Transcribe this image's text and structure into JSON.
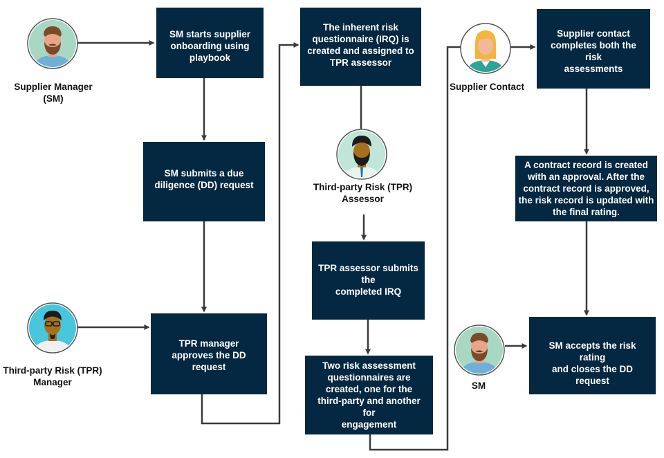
{
  "actors": {
    "supplier_manager": "Supplier Manager\n(SM)",
    "tpr_manager": "Third-party Risk (TPR)\nManager",
    "tpr_assessor": "Third-party Risk (TPR)\nAssessor",
    "supplier_contact": "Supplier Contact",
    "sm": "SM"
  },
  "steps": {
    "s1": "SM starts supplier\nonboarding using\nplaybook",
    "s2": "SM submits a due\ndiligence (DD) request",
    "s3": "TPR manager\napproves the DD request",
    "s4": "The inherent risk\nquestionnaire (IRQ) is\ncreated and assigned to\nTPR assessor",
    "s5": "TPR assessor submits the\ncompleted IRQ",
    "s6": "Two risk assessment\nquestionnaires are\ncreated, one for the\nthird-party and another for\nengagement",
    "s7": "Supplier contact\ncompletes both the risk\nassessments",
    "s8": "A contract record is created\nwith an approval. After the\ncontract record is approved,\nthe risk record is updated with\nthe final rating.",
    "s9": "SM accepts the risk rating\nand closes the DD request"
  },
  "colors": {
    "box_fill": "#042841",
    "connector": "#3a3a3a",
    "avatar_bg_green": "#a8d8c4",
    "avatar_bg_teal": "#47c6dd",
    "avatar_bg_mint": "#bfe6d8",
    "skin_light": "#e8a489",
    "skin_dark": "#a6701e",
    "beard_brown": "#7a4a2a",
    "hair_black": "#1c1c1c",
    "hair_blonde": "#f3b63c"
  },
  "icons": {
    "supplier_manager": "bearded-man-avatar-icon",
    "tpr_manager": "man-with-glasses-avatar-icon",
    "tpr_assessor": "bearded-man-avatar-icon",
    "supplier_contact": "blonde-woman-avatar-icon",
    "sm": "bearded-man-avatar-icon"
  }
}
